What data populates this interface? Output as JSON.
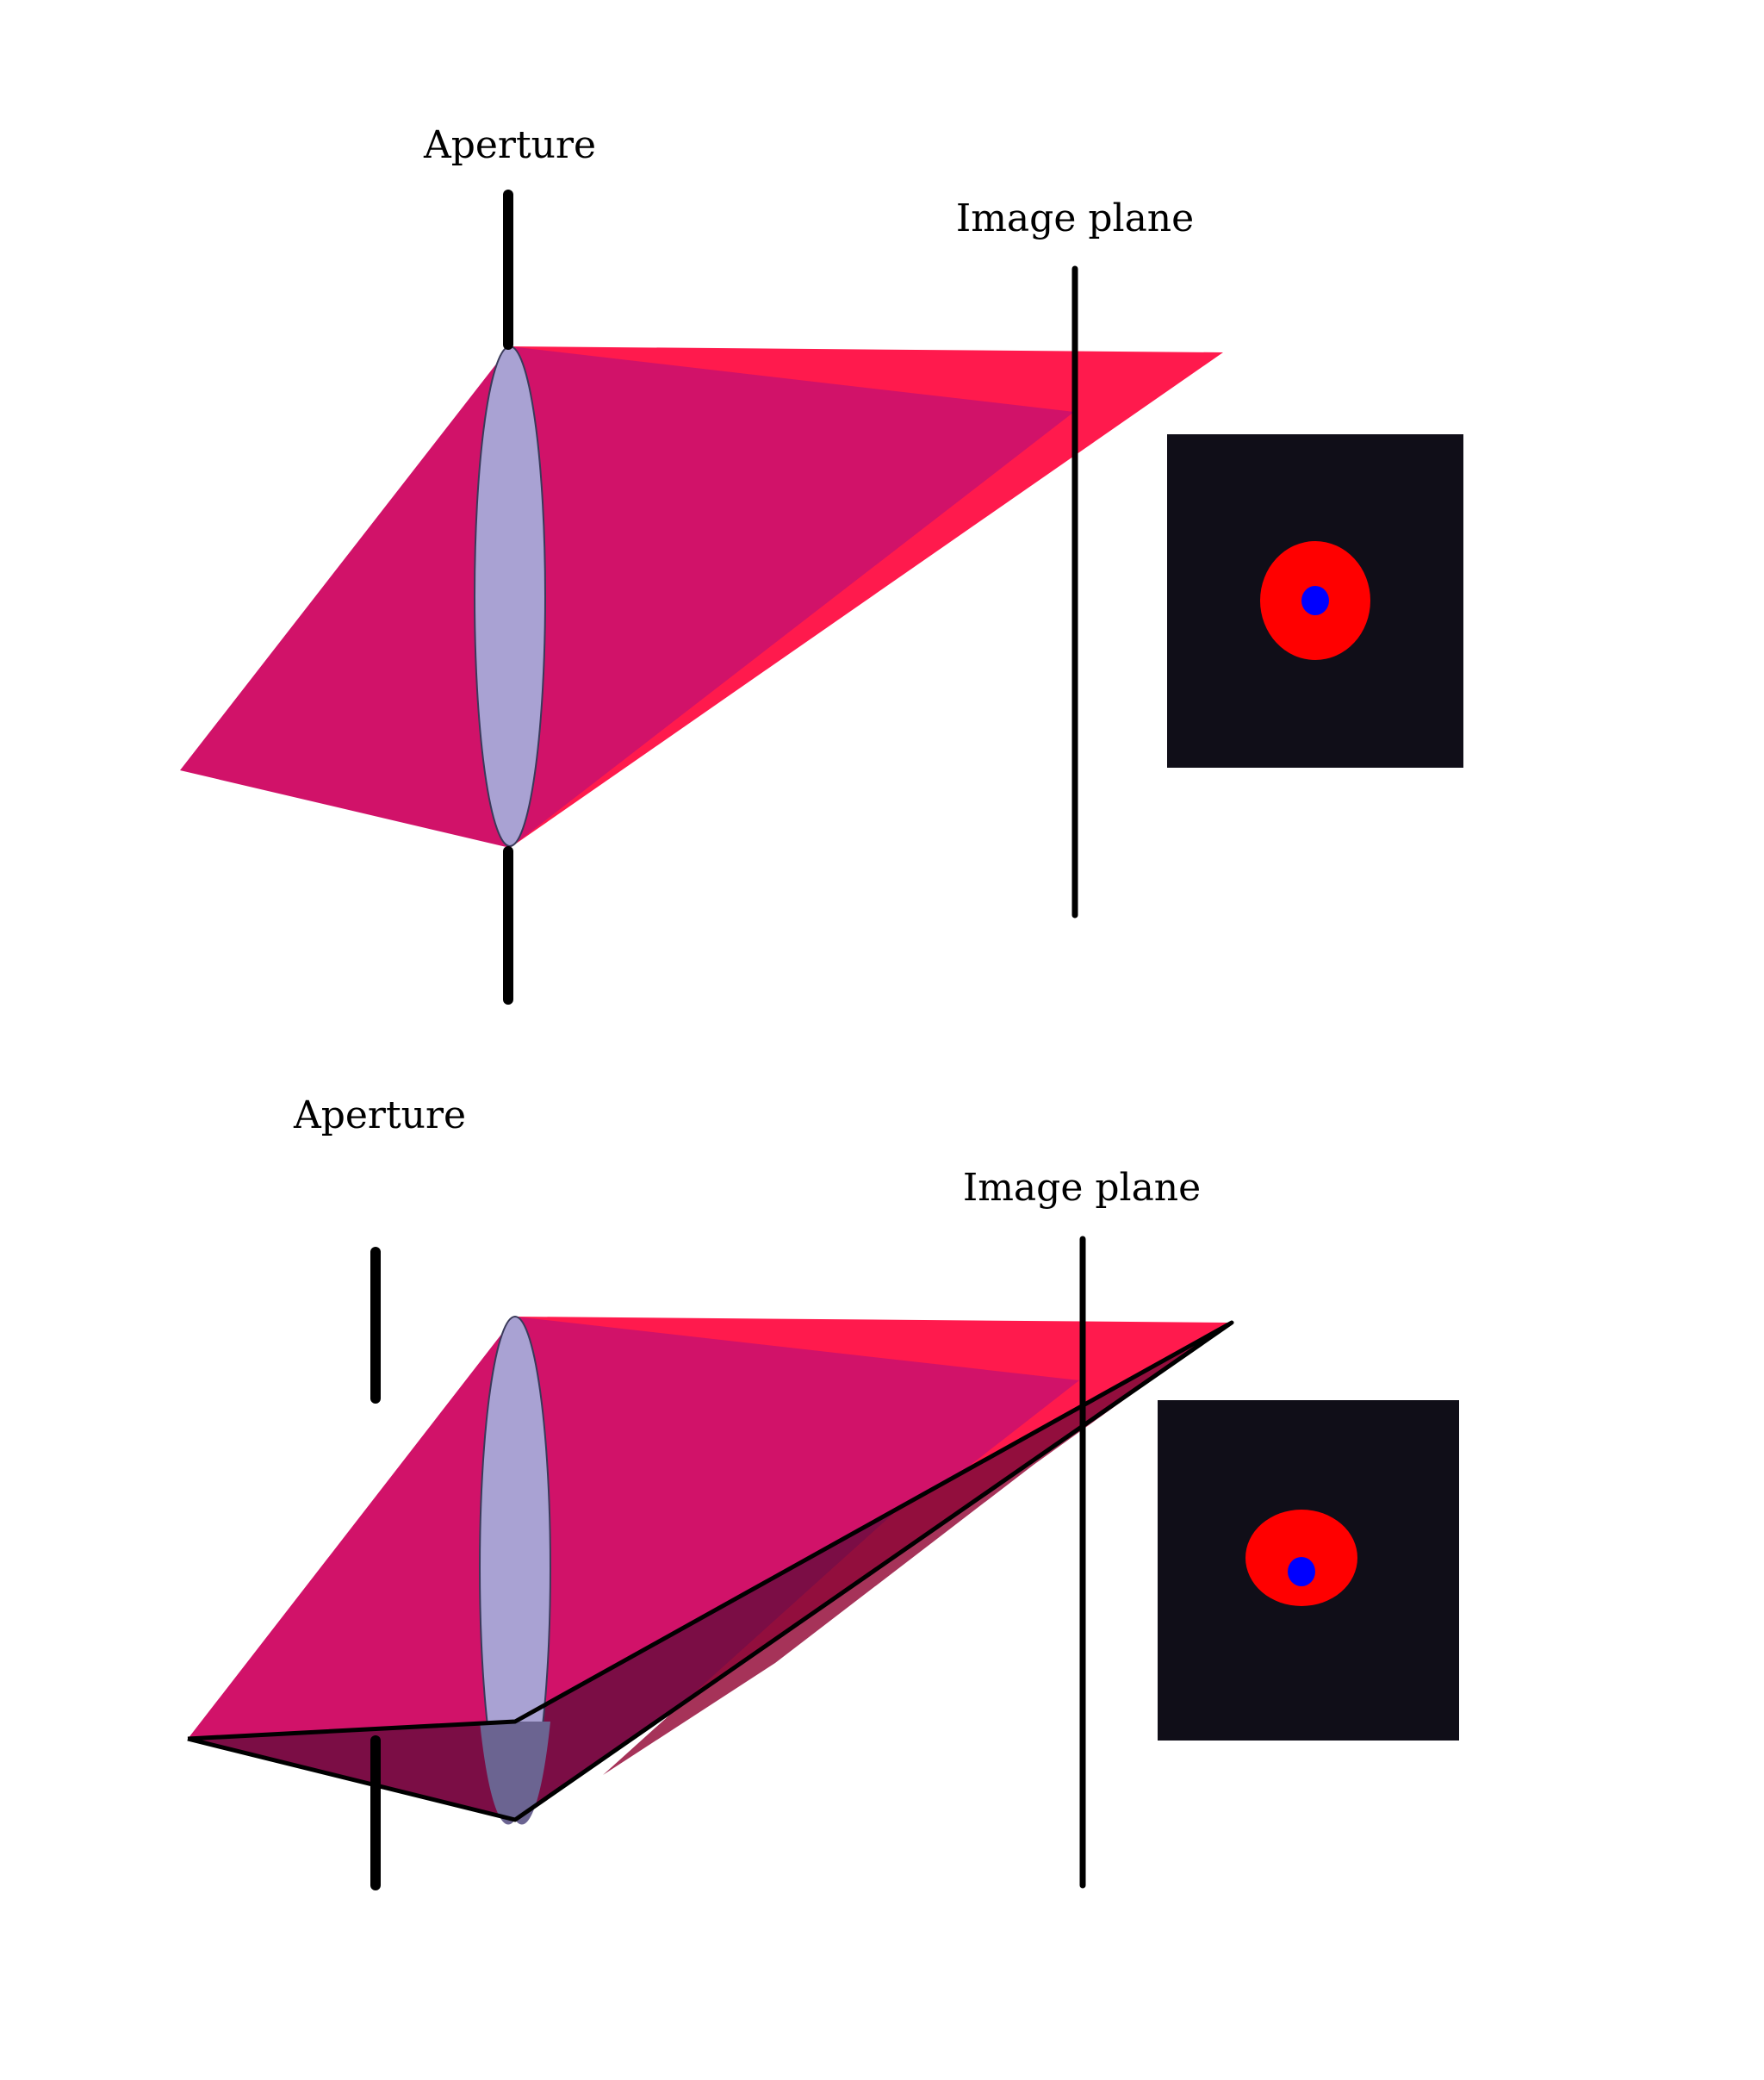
{
  "labels": {
    "aperture": "Aperture",
    "image_plane": "Image plane"
  },
  "colors": {
    "background": "#ffffff",
    "ray_bright": "#ff1a4d",
    "ray_fill": "#d11269",
    "ray_shadow": "#7b0d45",
    "ray_shadow_edge": "#970f3c",
    "lens_fill": "#a9a2d3",
    "lens_shadow_fill": "#6b6491",
    "stop": "#000000",
    "sensor_bg": "#100e18",
    "blur_outer": "#ff0000",
    "blur_inner": "#0000ff"
  },
  "panels": [
    {
      "name": "top-panel",
      "aperture_label": "Aperture",
      "image_plane_label": "Image plane"
    },
    {
      "name": "bottom-panel",
      "aperture_label": "Aperture",
      "image_plane_label": "Image plane"
    }
  ]
}
